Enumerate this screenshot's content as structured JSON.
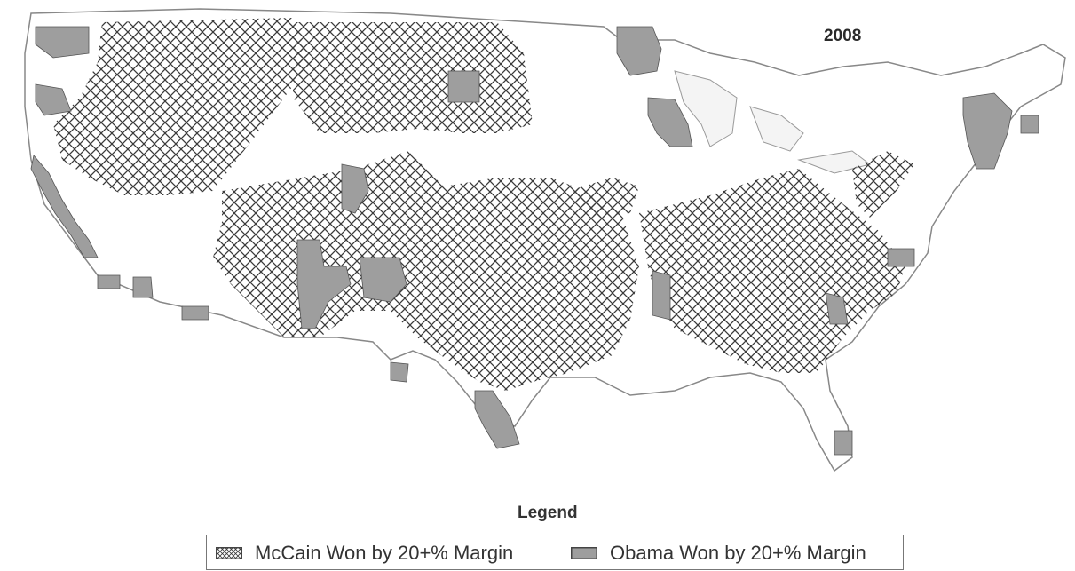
{
  "map": {
    "year": "2008",
    "legend": {
      "title": "Legend",
      "items": [
        {
          "label": "McCain Won by 20+% Margin",
          "fill": "crosshatch",
          "color": "#3a3a3a"
        },
        {
          "label": "Obama Won by 20+% Margin",
          "fill": "solid",
          "color": "#9e9e9e"
        }
      ]
    },
    "colors": {
      "mccain_hatch": "#3a3a3a",
      "obama_fill": "#9e9e9e",
      "outline": "#888888",
      "background": "#ffffff"
    }
  }
}
